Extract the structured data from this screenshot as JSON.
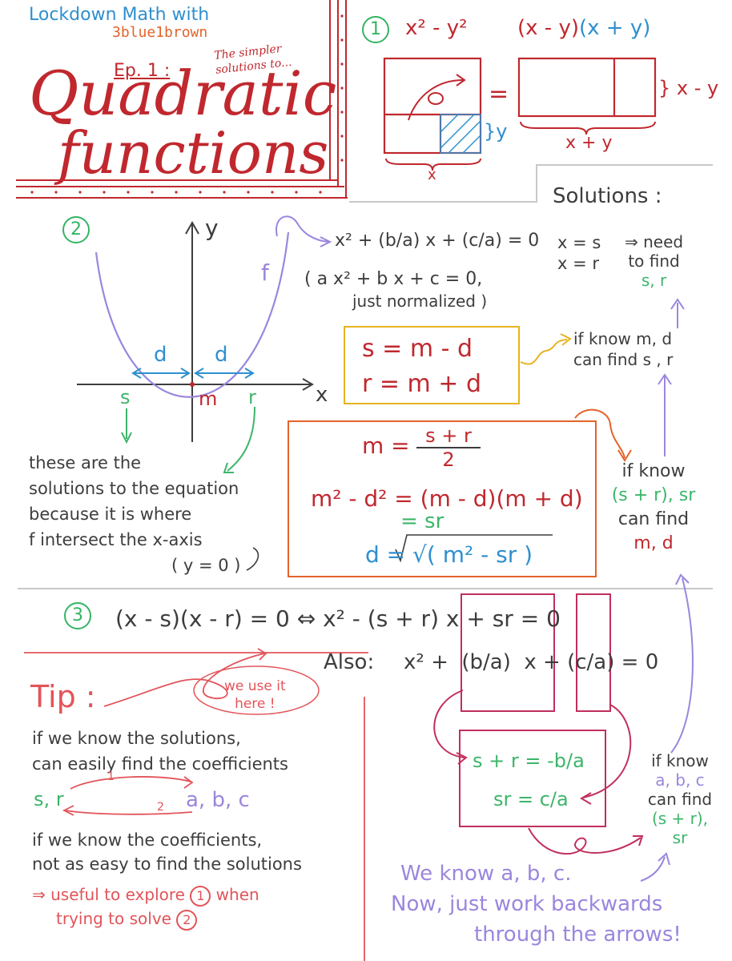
{
  "header": {
    "series": "Lockdown Math with",
    "channel": "3blue1brown",
    "episode": "Ep. 1 :",
    "subtitle": "The simpler solutions to...",
    "title_line1": "Quadratic",
    "title_line2": "functions"
  },
  "section1": {
    "number": "1",
    "lhs_expr": "x² - y²",
    "rhs_part1": "(x - y)",
    "rhs_part2": "(x + y)",
    "equals": "=",
    "label_y": "}y",
    "label_x": "x",
    "label_x_plus_y": "x + y",
    "label_x_minus_y": "} x - y"
  },
  "section2": {
    "number": "2",
    "axis_y": "y",
    "axis_x": "x",
    "func_label": "f",
    "label_d_left": "d",
    "label_d_right": "d",
    "label_s": "s",
    "label_m": "m",
    "label_r": "r",
    "normalized_eq": "x² + (b/a) x + (c/a) = 0",
    "original_eq": "( a x² + b x + c = 0,",
    "normalized_note": "just normalized )",
    "explanation": [
      "these are the",
      "solutions to the equation",
      "because it is where",
      "f intersect the x-axis",
      "( y = 0 )"
    ],
    "solutions_title": "Solutions :",
    "solution_s": "x = s",
    "solution_r": "x = r",
    "need_to_find": [
      "⇒ need",
      "to find",
      "s, r"
    ],
    "s_eq": "s = m - d",
    "r_eq": "r = m + d",
    "if_know_md": [
      "if know m, d",
      "can find s , r"
    ],
    "m_eq_lhs": "m =",
    "m_eq_num": "s + r",
    "m_eq_den": "2",
    "diff_sq": "m² - d² = (m - d)(m + d)",
    "eq_sr": "= sr",
    "d_eq": "d = √( m² - sr )",
    "if_know_sum_prod": [
      "if know",
      "(s + r), sr",
      "can find",
      "m, d"
    ]
  },
  "section3": {
    "number": "3",
    "factored": "(x - s)(x - r) = 0 ⇔ x² - (s + r) x + sr = 0",
    "also_label": "Also:",
    "also_expr": "x² +  (b/a)  x + (c/a) = 0",
    "tip_title": "Tip :",
    "we_use_it": [
      "we use it",
      "here !"
    ],
    "tip_line1": "if we know the solutions,",
    "tip_line2": "can easily find the coefficients",
    "sols_label": "s, r",
    "coeffs_label": "a, b, c",
    "arrow1": "1",
    "arrow2": "2",
    "tip_line3": "if we know the coefficients,",
    "tip_line4": "not as easy to find the solutions",
    "useful_a": "⇒ useful to explore",
    "useful_num1": "1",
    "useful_b": "when",
    "useful_c": "trying to solve",
    "useful_num2": "2",
    "sum_eq": "s + r = -b/a",
    "prod_eq": "sr = c/a",
    "if_know_abc": [
      "if know",
      "a, b, c",
      "can find",
      "(s + r),",
      "sr"
    ],
    "backwards": [
      "We know a, b, c.",
      "Now, just work backwards",
      "through the arrows!"
    ]
  },
  "colors": {
    "red": "#c0282e",
    "blue": "#2f8fcf",
    "green": "#3db56a",
    "purple": "#9b86dd",
    "orange": "#e4632b",
    "yellow": "#e8b21f",
    "magenta": "#c12f5c",
    "salmon": "#e2545a"
  }
}
